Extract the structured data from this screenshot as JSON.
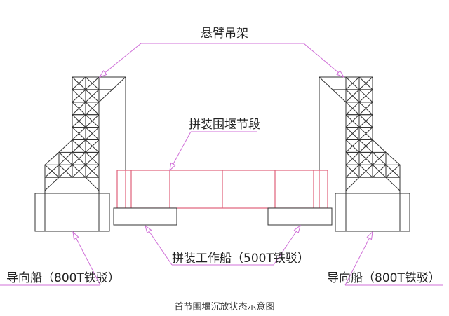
{
  "labels": {
    "cantilever_crane": "悬臂吊架",
    "cofferdam_segment": "拼装围堰节段",
    "assembly_barge": "拼装工作船（500T铁驳）",
    "guide_ship_left": "导向船（800T铁驳）",
    "guide_ship_right": "导向船（800T铁驳）"
  },
  "caption": "首节围堰沉放状态示意图",
  "colors": {
    "structure": "#333333",
    "cofferdam": "#e0607a",
    "leader": "#d070d8"
  }
}
